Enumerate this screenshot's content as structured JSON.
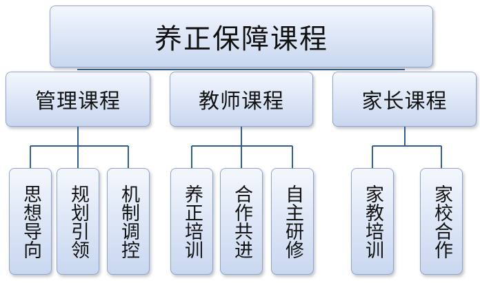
{
  "root": {
    "label": "养正保障课程"
  },
  "categories": [
    {
      "label": "管理课程",
      "children": [
        {
          "label": "思想导向"
        },
        {
          "label": "规划引领"
        },
        {
          "label": "机制调控"
        }
      ]
    },
    {
      "label": "教师课程",
      "children": [
        {
          "label": "养正培训"
        },
        {
          "label": "合作共进"
        },
        {
          "label": "自主研修"
        }
      ]
    },
    {
      "label": "家长课程",
      "children": [
        {
          "label": "家教培训"
        },
        {
          "label": "家校合作"
        }
      ]
    }
  ],
  "colors": {
    "box_top": "#f4f7fd",
    "box_bottom": "#c9d7ef",
    "box_border": "#8fa4c8",
    "connector": "#2e5d8e",
    "text": "#111111"
  }
}
